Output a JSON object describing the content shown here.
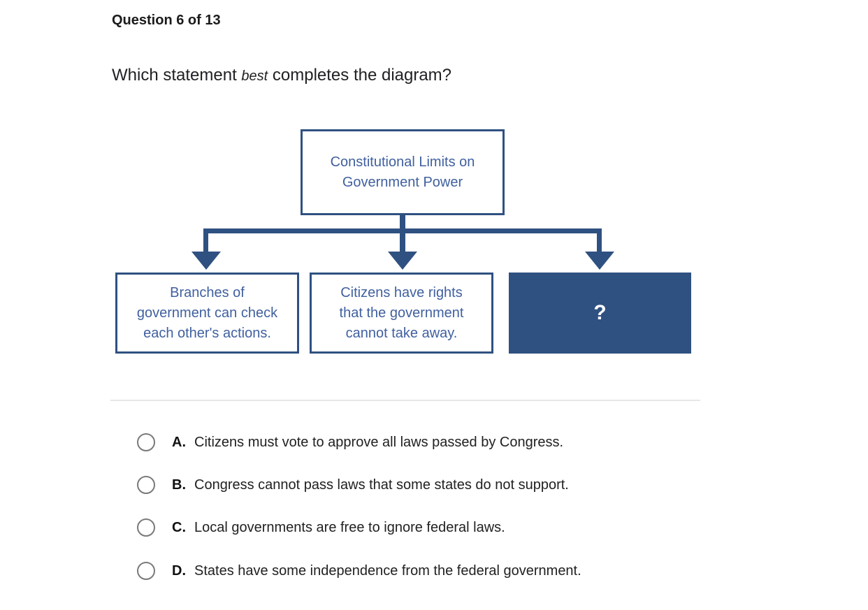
{
  "page": {
    "question_counter": "Question 6 of 13",
    "question": {
      "prefix": "Which statement ",
      "emphasis": "best",
      "suffix": " completes the diagram?"
    }
  },
  "diagram": {
    "top_box": {
      "lines": [
        "Constitutional Limits on",
        "Government Power"
      ]
    },
    "child_boxes": [
      {
        "lines": [
          "Branches of",
          "government can check",
          "each other's actions."
        ]
      },
      {
        "lines": [
          "Citizens have rights",
          "that the government",
          "cannot take away."
        ]
      },
      {
        "placeholder": "?"
      }
    ],
    "colors": {
      "navy": "#2F5181",
      "box_text_blue": "#40609F",
      "placeholder_text": "#FFFFFF"
    }
  },
  "options": [
    {
      "letter": "A.",
      "text": "Citizens must vote to approve all laws passed by Congress.",
      "selected": false
    },
    {
      "letter": "B.",
      "text": "Congress cannot pass laws that some states do not support.",
      "selected": false
    },
    {
      "letter": "C.",
      "text": "Local governments are free to ignore federal laws.",
      "selected": false
    },
    {
      "letter": "D.",
      "text": "States have some independence from the federal government.",
      "selected": false
    }
  ]
}
